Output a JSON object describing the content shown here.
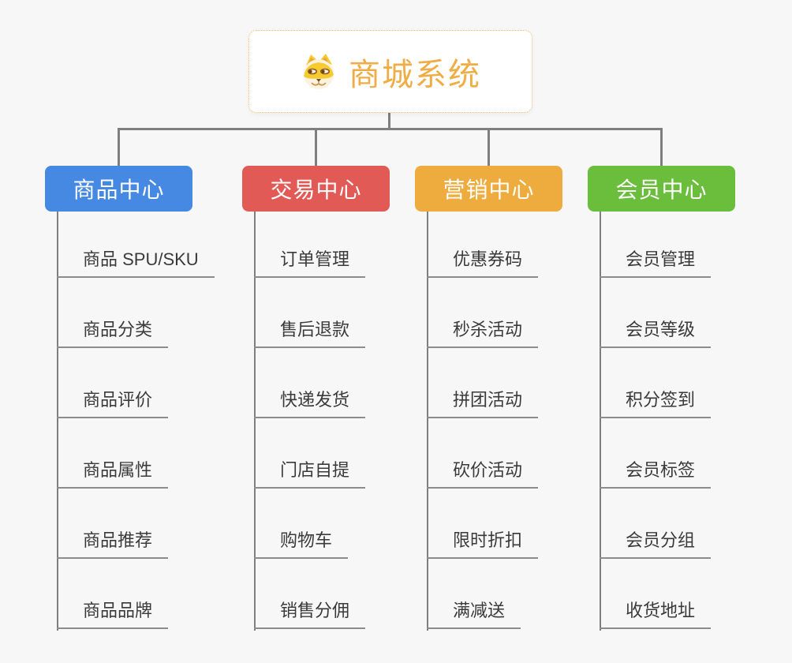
{
  "root": {
    "title": "商城系统",
    "icon": "shiba-dog-icon",
    "title_color": "#F0AC45",
    "border_color": "#F0BC6A"
  },
  "colors": {
    "background": "#F7F7F7",
    "connector": "#7F7F7F",
    "underline": "#8C8C8C",
    "leaf_text": "#3A3A3A"
  },
  "branches": [
    {
      "label": "商品中心",
      "color": "#4689E3",
      "children": [
        "商品 SPU/SKU",
        "商品分类",
        "商品评价",
        "商品属性",
        "商品推荐",
        "商品品牌"
      ]
    },
    {
      "label": "交易中心",
      "color": "#E25A55",
      "children": [
        "订单管理",
        "售后退款",
        "快递发货",
        "门店自提",
        "购物车",
        "销售分佣"
      ]
    },
    {
      "label": "营销中心",
      "color": "#EFAC3E",
      "children": [
        "优惠券码",
        "秒杀活动",
        "拼团活动",
        "砍价活动",
        "限时折扣",
        "满减送"
      ]
    },
    {
      "label": "会员中心",
      "color": "#6BBE3C",
      "children": [
        "会员管理",
        "会员等级",
        "积分签到",
        "会员标签",
        "会员分组",
        "收货地址"
      ]
    }
  ]
}
